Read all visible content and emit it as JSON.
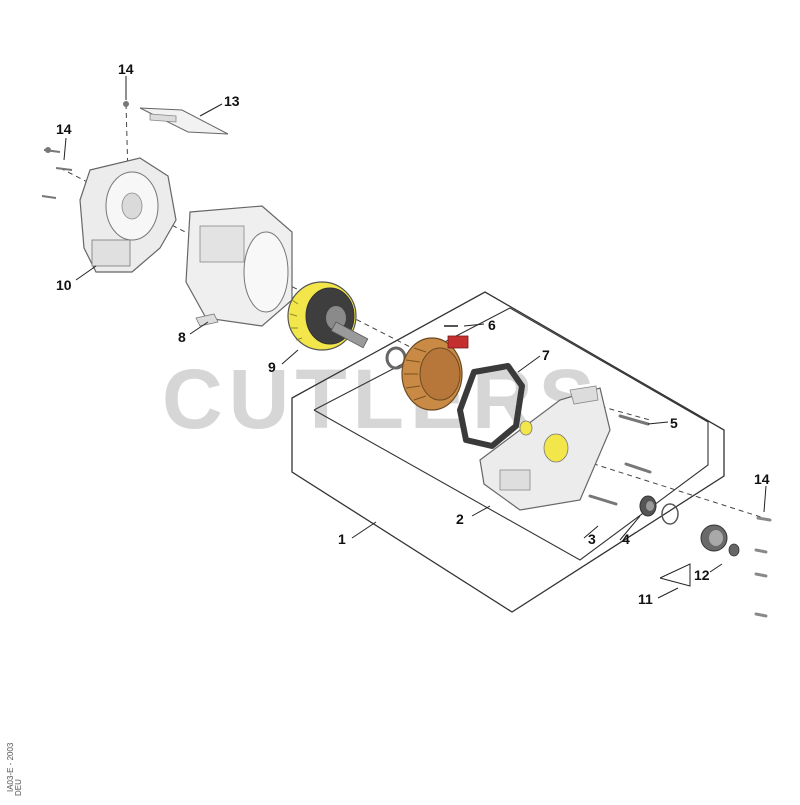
{
  "diagram": {
    "watermark": "CUTLERS",
    "figure_code": "IA03-E - 2003",
    "figure_code_sub": "DEU",
    "colors": {
      "rotor_yellow": "#f3e64a",
      "stator_copper": "#c98a45",
      "gasket": "#3a3a3a",
      "housing": "#e9e9e9",
      "outline": "#555555"
    },
    "callouts": {
      "c14a": "14",
      "c13": "13",
      "c14b": "14",
      "c10": "10",
      "c8": "8",
      "c9": "9",
      "c6": "6",
      "c7": "7",
      "c5": "5",
      "c2": "2",
      "c1": "1",
      "c3": "3",
      "c4": "4",
      "c14c": "14",
      "c12": "12",
      "c11": "11"
    }
  }
}
